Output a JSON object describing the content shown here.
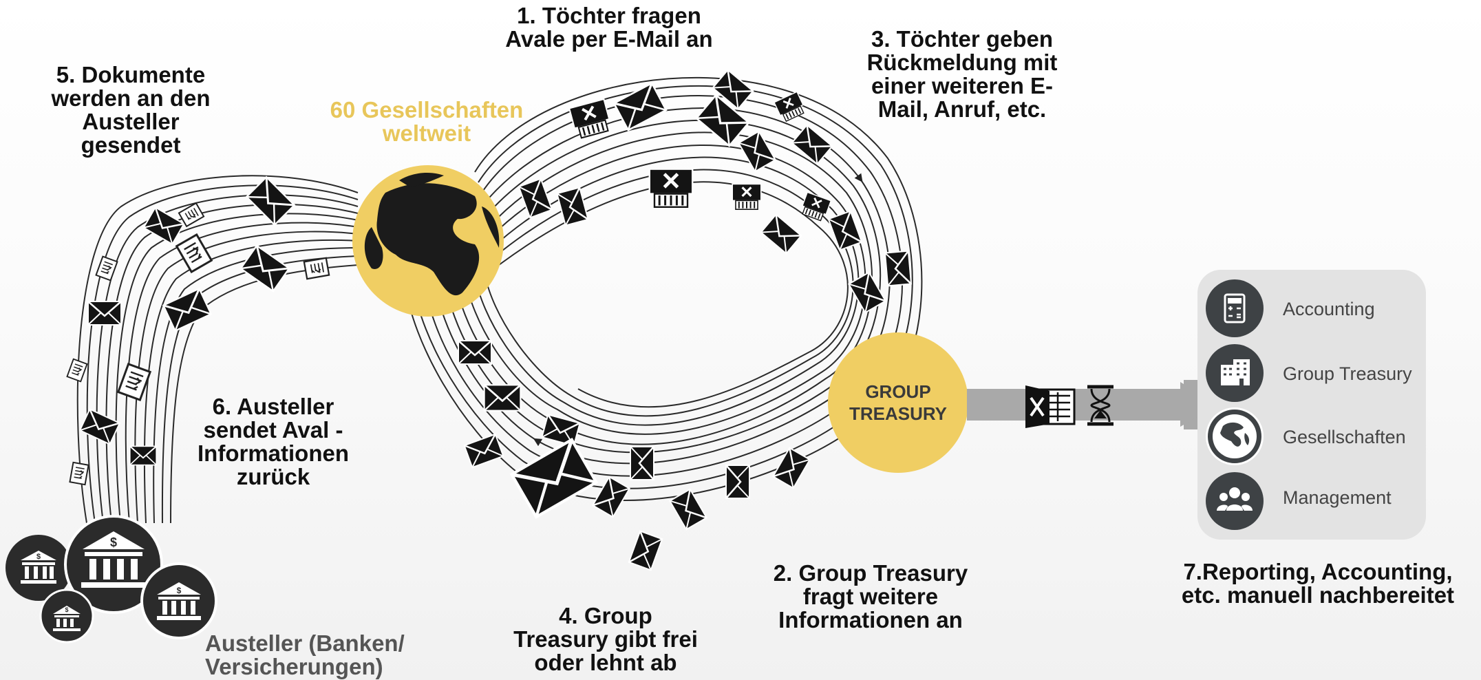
{
  "steps": {
    "step1": [
      "1. Töchter fragen",
      "Avale per E-Mail an"
    ],
    "step2": [
      "2. Group Treasury",
      "fragt weitere",
      "Informationen an"
    ],
    "step3": [
      "3. Töchter geben",
      "Rückmeldung mit",
      "einer weiteren E-",
      "Mail, Anruf, etc."
    ],
    "step4": [
      "4. Group",
      "Treasury gibt frei",
      "oder lehnt ab"
    ],
    "step5": [
      "5. Dokumente",
      "werden an den",
      "Austeller",
      "gesendet"
    ],
    "step6": [
      "6. Austeller",
      "sendet Aval -",
      "Informationen",
      "zurück"
    ],
    "step7": [
      "7.Reporting, Accounting,",
      "etc. manuell nachbereitet"
    ]
  },
  "globe": {
    "label": [
      "60 Gesellschaften",
      "weltweit"
    ]
  },
  "treasury": {
    "label": [
      "GROUP",
      "TREASURY"
    ]
  },
  "issuer": {
    "label": [
      "Austeller (Banken/",
      "Versicherungen)"
    ]
  },
  "panel": {
    "items": [
      {
        "label": "Accounting",
        "icon": "calculator-icon"
      },
      {
        "label": "Group Treasury",
        "icon": "building-icon"
      },
      {
        "label": "Gesellschaften",
        "icon": "globe-icon"
      },
      {
        "label": "Management",
        "icon": "people-icon"
      }
    ]
  },
  "colors": {
    "gold": "#f0ce63",
    "dark": "#2b2b2b",
    "arrow": "#a9a9a9",
    "panel": "#e3e3e3"
  }
}
